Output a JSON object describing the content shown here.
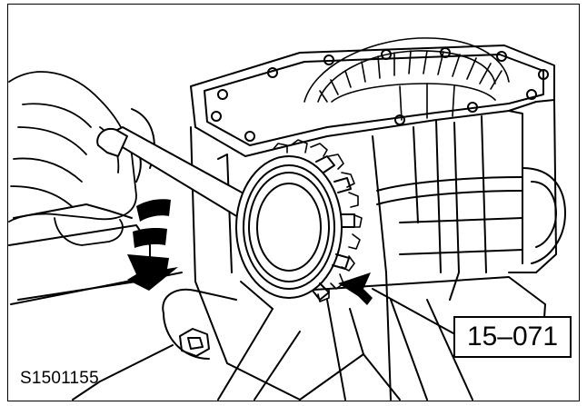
{
  "figure": {
    "code": "S1501155",
    "callouts": [
      {
        "label": "15–071"
      }
    ],
    "arrows": {
      "rotation_direction": "counter-clockwise",
      "color": "#000000"
    },
    "icons": {
      "wrench": "wrench-illustration",
      "gear": "ring-gear-illustration",
      "housing": "transaxle-case-illustration",
      "hand": "hand-illustration"
    }
  }
}
